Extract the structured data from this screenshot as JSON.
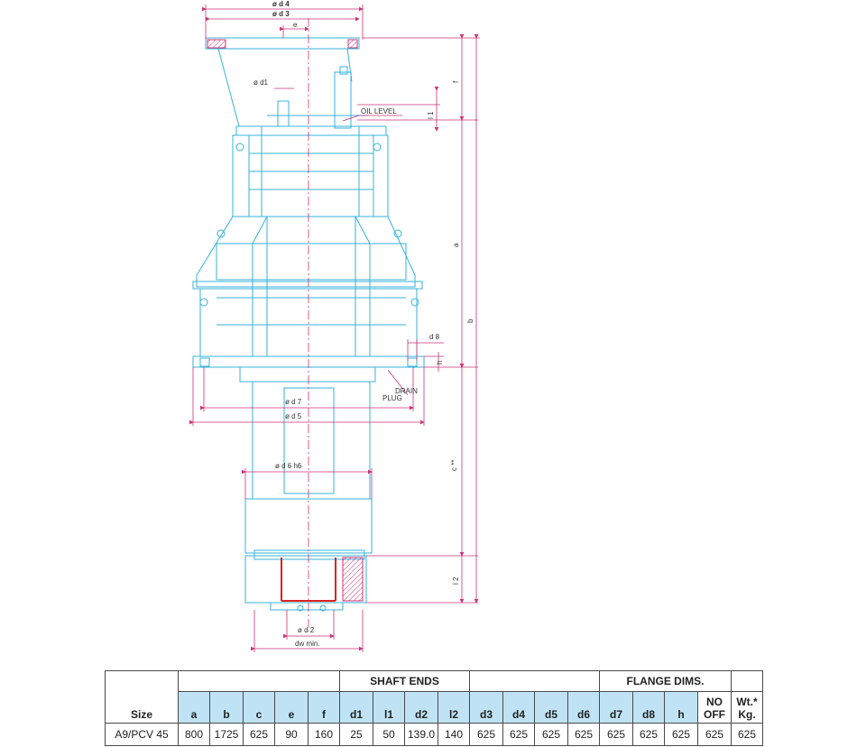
{
  "drawing": {
    "labels": {
      "d4": "ø d 4",
      "d3": "ø d 3",
      "e": "e",
      "d1": "ø d1",
      "oil_level": "OIL LEVEL",
      "l1": "l 1",
      "f": "f",
      "a": "a",
      "b": "b",
      "d8": "d 8",
      "h": "h",
      "drain_plug_1": "DRAIN",
      "drain_plug_2": "PLUG",
      "d7": "ø d 7",
      "d5": "ø d 5",
      "d6": "ø d 6 h6",
      "c": "c **",
      "l2": "l 2",
      "d2": "ø d 2",
      "dw": "dw min."
    },
    "colors": {
      "outline": "#35b3d9",
      "dimension": "#cc3377",
      "section": "#dd2222",
      "centerline": "#cc3377"
    }
  },
  "table": {
    "group_headers": {
      "shaft_ends": "SHAFT ENDS",
      "flange_dims": "FLANGE DIMS."
    },
    "size_header": "Size",
    "columns": [
      "a",
      "b",
      "c",
      "e",
      "f",
      "d1",
      "l1",
      "d2",
      "l2",
      "d3",
      "d4",
      "d5",
      "d6",
      "d7",
      "d8",
      "h",
      "NO OFF",
      "Wt.* Kg."
    ],
    "rows": [
      {
        "size": "A9/PCV 45",
        "values": [
          "800",
          "1725",
          "625",
          "90",
          "160",
          "25",
          "50",
          "139.0",
          "140",
          "625",
          "625",
          "625",
          "625",
          "625",
          "625",
          "625",
          "625",
          "625"
        ]
      }
    ]
  }
}
